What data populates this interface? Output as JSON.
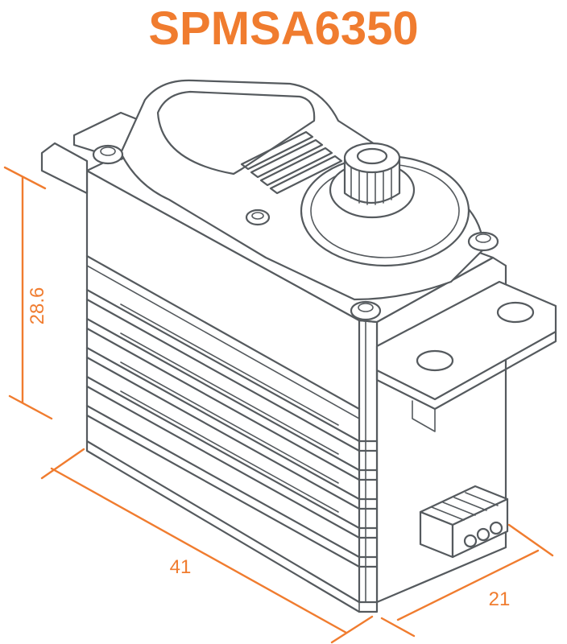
{
  "title": "SPMSA6350",
  "dimensions": {
    "height": "28.6",
    "length": "41",
    "width": "21"
  },
  "colors": {
    "accent": "#f07c2f",
    "line": "#555a5e",
    "background": "#ffffff"
  }
}
